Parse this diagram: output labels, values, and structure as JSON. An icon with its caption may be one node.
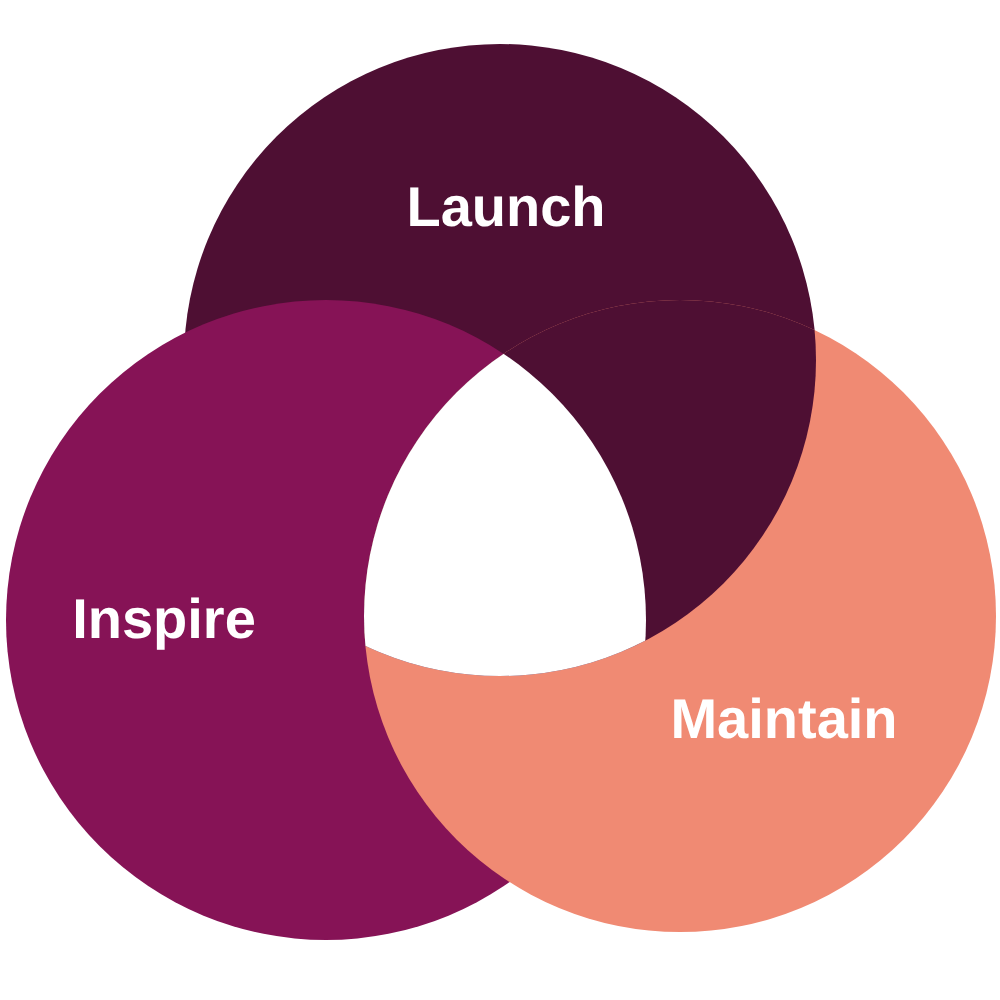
{
  "diagram": {
    "nodes": [
      {
        "text": [
          "Launch"
        ]
      },
      {
        "text": [
          "Inspire"
        ]
      },
      {
        "text": [
          "Maintain"
        ]
      }
    ]
  }
}
